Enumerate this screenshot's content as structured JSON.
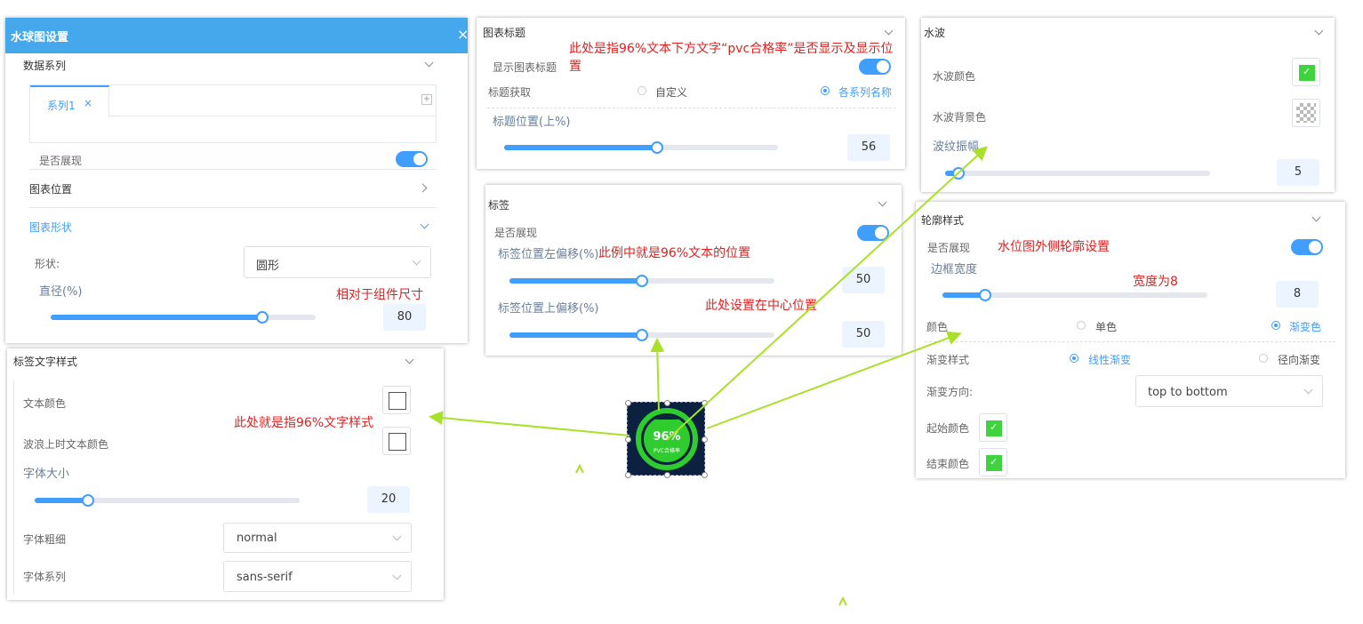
{
  "water_panel": {
    "title": "水球图设置",
    "data_series_label": "数据系列",
    "series_tab_label": "系列1",
    "series_tab_close": "×",
    "add_icon": "plus-square-icon",
    "show_label": "是否展现",
    "show_on": true,
    "chart_position_label": "图表位置",
    "chart_shape_label": "图表形状",
    "shape_label": "形状:",
    "shape_value": "圆形",
    "diameter_label": "直径(%)",
    "diameter_value": "80",
    "diameter_fraction": 0.8
  },
  "title_panel": {
    "title": "图表标题",
    "show_title_label": "显示图表标题",
    "show_title_on": true,
    "title_source_label": "标题获取",
    "opt_custom": "自定义",
    "opt_series_name": "各系列名称",
    "selected": "各系列名称",
    "title_position_label": "标题位置(上%)",
    "title_position_value": "56",
    "title_position_fraction": 0.56
  },
  "label_panel": {
    "title": "标签",
    "show_label": "是否展现",
    "show_on": true,
    "left_offset_label": "标签位置左偏移(%)",
    "left_offset_value": "50",
    "left_offset_fraction": 0.5,
    "top_offset_label": "标签位置上偏移(%)",
    "top_offset_value": "50",
    "top_offset_fraction": 0.5
  },
  "text_style_panel": {
    "title": "标签文字样式",
    "text_color_label": "文本颜色",
    "wave_text_color_label": "波浪上时文本颜色",
    "font_size_label": "字体大小",
    "font_size_value": "20",
    "font_size_fraction": 0.2,
    "font_weight_label": "字体粗细",
    "font_weight_value": "normal",
    "font_family_label": "字体系列",
    "font_family_value": "sans-serif"
  },
  "wave_panel": {
    "title": "水波",
    "wave_color_label": "水波颜色",
    "wave_bg_color_label": "水波背景色",
    "amplitude_label": "波纹振幅",
    "amplitude_value": "5",
    "amplitude_fraction": 0.05,
    "wave_color": "#3fd43f"
  },
  "outline_panel": {
    "title": "轮廓样式",
    "show_label": "是否展现",
    "show_on": true,
    "border_width_label": "边框宽度",
    "border_width_value": "8",
    "border_width_fraction": 0.16,
    "color_label": "颜色",
    "opt_single": "单色",
    "opt_gradient": "渐变色",
    "color_selected": "渐变色",
    "gradient_style_label": "渐变样式",
    "opt_linear": "线性渐变",
    "opt_radial": "径向渐变",
    "gradient_selected": "线性渐变",
    "direction_label": "渐变方向:",
    "direction_value": "top to bottom",
    "start_color_label": "起始颜色",
    "end_color_label": "结束颜色",
    "start_color": "#3fd43f",
    "end_color": "#3fd43f"
  },
  "preview": {
    "percent_text": "96%",
    "subtitle_text": "PVC合格率",
    "bg_color": "#0c2040",
    "ring_color": "#2ecc2e"
  },
  "annotations": {
    "title_note": "此处是指96%文本下方文字“pvc合格率”是否显示及显示位置",
    "diameter_note": "相对于组件尺寸",
    "label_note1": "此例中就是96%文本的位置",
    "label_note2": "此处设置在中心位置",
    "text_style_note": "此处就是指96%文字样式",
    "outline_note": "水位图外侧轮廓设置",
    "width_note": "宽度为8"
  },
  "colors": {
    "accent": "#409eff",
    "header_bg": "#46a8ec",
    "annotation_red": "#e02020",
    "arrow_green": "#a9e02a"
  }
}
